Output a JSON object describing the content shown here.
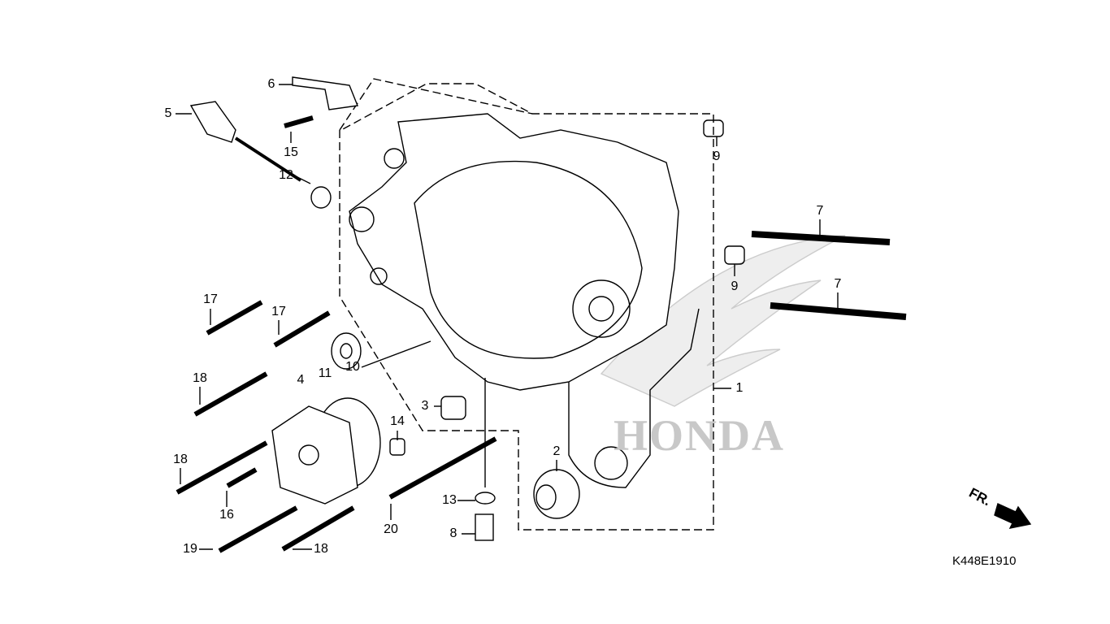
{
  "diagram": {
    "labels": [
      "1",
      "2",
      "3",
      "4",
      "5",
      "6",
      "7",
      "7",
      "8",
      "9",
      "9",
      "10",
      "11",
      "12",
      "13",
      "14",
      "15",
      "16",
      "17",
      "17",
      "18",
      "18",
      "18",
      "19",
      "20"
    ],
    "direction_label": "FR.",
    "diagram_code": "K448E1910",
    "watermark": "HONDA"
  }
}
